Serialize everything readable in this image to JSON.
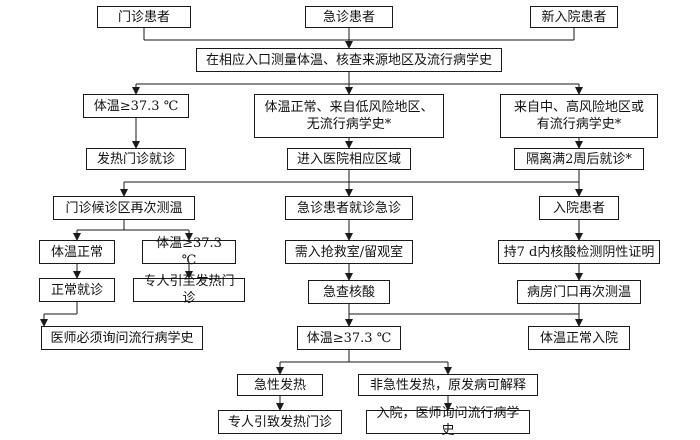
{
  "nodes": {
    "outpatient": "门诊患者",
    "emergency": "急诊患者",
    "new_admission": "新入院患者",
    "entrance_screening": "在相应入口测量体温、核查来源地区及流行病学史",
    "temp_high_1": "体温≥37.3 ℃",
    "normal_low_risk": "体温正常、来自低风险地区、\n无流行病学史*",
    "mid_high_risk": "来自中、高风险地区或\n有流行病学史*",
    "fever_clinic_visit": "发热门诊就诊",
    "enter_hospital_area": "进入医院相应区域",
    "quarantine_14d": "隔离满2周后就诊*",
    "recheck_waiting_area": "门诊候诊区再次测温",
    "emergency_visit": "急诊患者就诊急诊",
    "admitted_patient": "入院患者",
    "temp_normal_1": "体温正常",
    "temp_high_2": "体温≥37.3 ℃",
    "rescue_observation": "需入抢救室/留观室",
    "negative_test_7d": "持7 d内核酸检测阴性证明",
    "normal_visit": "正常就诊",
    "escort_fever_clinic_1": "专人引至发热门诊",
    "urgent_nucleic_acid": "急查核酸",
    "ward_recheck": "病房门口再次测温",
    "doctor_inquiry_1": "医师必须询问流行病学史",
    "temp_high_3": "体温≥37.3 ℃",
    "temp_normal_admit": "体温正常入院",
    "acute_fever": "急性发热",
    "non_acute_fever": "非急性发热，原发病可解释",
    "escort_fever_clinic_2": "专人引致发热门诊",
    "admit_doctor_inquiry": "入院，医师询问流行病学史"
  }
}
